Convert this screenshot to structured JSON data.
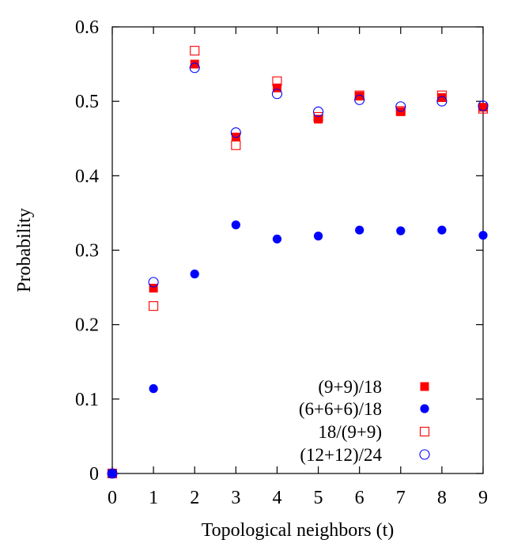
{
  "chart_data": {
    "type": "scatter",
    "title": "",
    "xlabel": "Topological neighbors (t)",
    "ylabel": "Probability",
    "xlim": [
      0,
      9
    ],
    "ylim": [
      0,
      0.6
    ],
    "xticks": [
      "0",
      "1",
      "2",
      "3",
      "4",
      "5",
      "6",
      "7",
      "8",
      "9"
    ],
    "yticks": [
      "0",
      "0.1",
      "0.2",
      "0.3",
      "0.4",
      "0.5",
      "0.6"
    ],
    "grid": false,
    "legend_position": "bottom-right",
    "series": [
      {
        "name": "(9+9)/18",
        "marker": "filled-square",
        "color": "#ff0000",
        "x": [
          0,
          1,
          2,
          3,
          4,
          5,
          6,
          7,
          8,
          9
        ],
        "y": [
          0,
          0.249,
          0.55,
          0.452,
          0.518,
          0.476,
          0.507,
          0.486,
          0.505,
          0.492
        ]
      },
      {
        "name": "(6+6+6)/18",
        "marker": "filled-circle",
        "color": "#0000ff",
        "x": [
          0,
          1,
          2,
          3,
          4,
          5,
          6,
          7,
          8,
          9
        ],
        "y": [
          0,
          0.114,
          0.268,
          0.334,
          0.315,
          0.319,
          0.327,
          0.326,
          0.327,
          0.32
        ]
      },
      {
        "name": "18/(9+9)",
        "marker": "open-square",
        "color": "#ff0000",
        "x": [
          0,
          1,
          2,
          3,
          4,
          5,
          6,
          7,
          8,
          9
        ],
        "y": [
          0,
          0.225,
          0.568,
          0.441,
          0.527,
          0.479,
          0.508,
          0.487,
          0.508,
          0.49
        ]
      },
      {
        "name": "(12+12)/24",
        "marker": "open-circle",
        "color": "#0000ff",
        "x": [
          0,
          1,
          2,
          3,
          4,
          5,
          6,
          7,
          8,
          9
        ],
        "y": [
          0,
          0.257,
          0.545,
          0.458,
          0.51,
          0.486,
          0.502,
          0.493,
          0.5,
          0.494
        ]
      }
    ]
  }
}
